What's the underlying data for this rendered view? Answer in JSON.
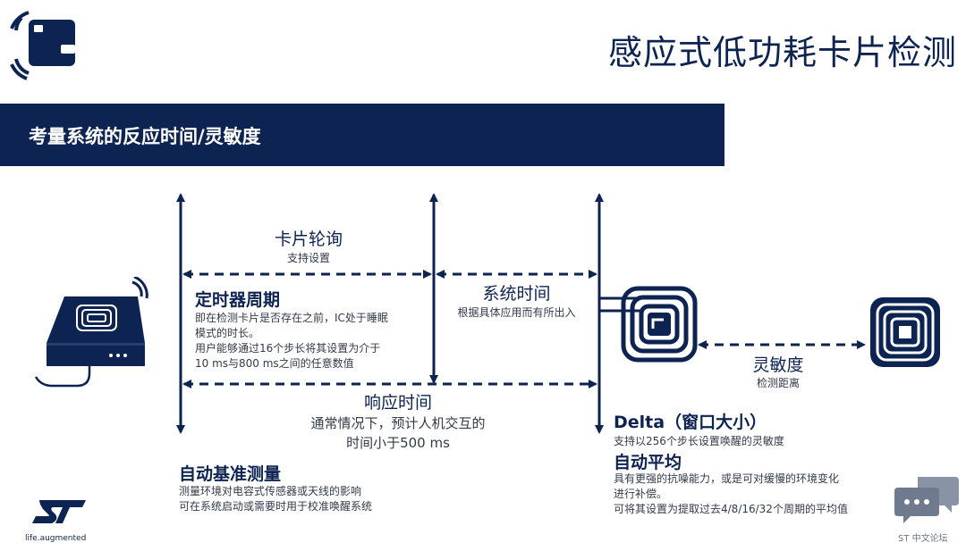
{
  "title": "感应式低功耗卡片检测",
  "banner": "考量系统的反应时间/灵敏度",
  "card_polling": {
    "title": "卡片轮询",
    "subtitle": "支持设置"
  },
  "timer_period": {
    "title": "定时器周期",
    "desc1": "即在检测卡片是否存在之前，IC处于睡眠",
    "desc2": "模式的时长。",
    "desc3": "用户能够通过16个步长将其设置为介于",
    "desc4": "10 ms与800 ms之间的任意数值"
  },
  "system_time": {
    "title": "系统时间",
    "subtitle": "根据具体应用而有所出入"
  },
  "response_time": {
    "title": "响应时间",
    "line1": "通常情况下，预计人机交互的",
    "line2": "时间小于500 ms"
  },
  "sensitivity": {
    "title": "灵敏度",
    "subtitle": "检测距离"
  },
  "delta": {
    "title": "Delta（窗口大小）",
    "subtitle": "支持以256个步长设置唤醒的灵敏度"
  },
  "auto_average": {
    "title": "自动平均",
    "desc1": "具有更强的抗噪能力，或是可对缓慢的环境变化",
    "desc2": "进行补偿。",
    "desc3": "可将其设置为提取过去4/8/16/32个周期的平均值"
  },
  "auto_calibration": {
    "title": "自动基准测量",
    "desc1": "测量环境对电容式传感器或天线的影响",
    "desc2": "可在系统启动或需要时用于校准唤醒系统"
  },
  "st_logo": {
    "tagline": "life.augmented"
  },
  "forum": {
    "label": "ST 中文论坛"
  },
  "colors": {
    "navy": "#0d2352",
    "white": "#ffffff",
    "gray": "#c5ccd6"
  },
  "icons": [
    "nfc-card-logo-icon",
    "card-reader-device-icon",
    "antenna-coil-icon",
    "nfc-tag-icon",
    "st-logo-icon",
    "chat-bubbles-icon"
  ]
}
